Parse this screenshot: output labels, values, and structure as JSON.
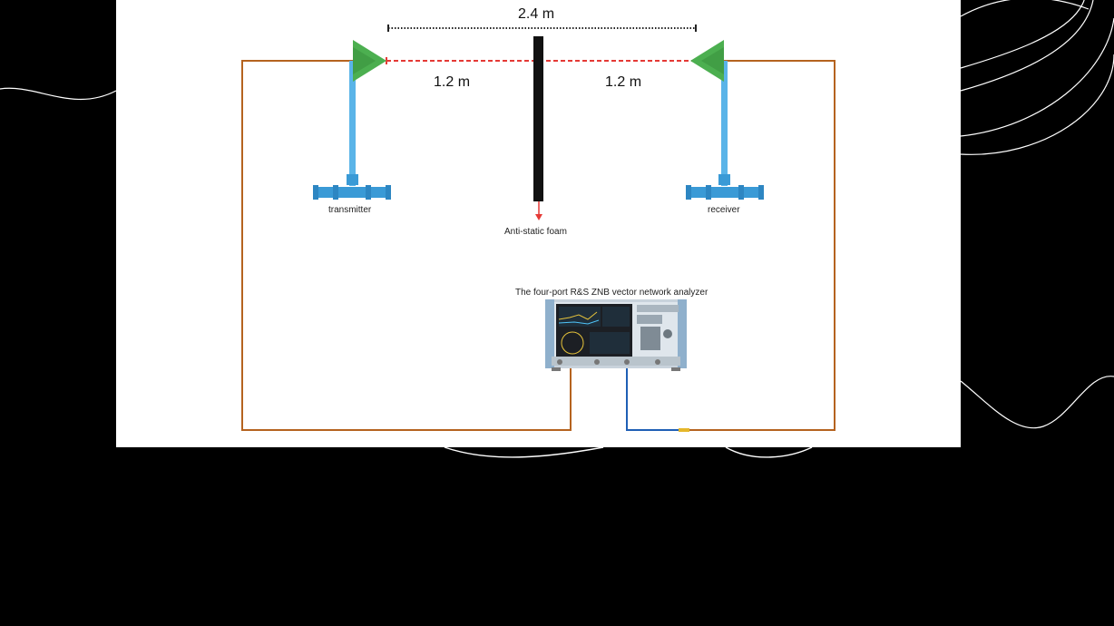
{
  "diagram": {
    "total_distance": "2.4 m",
    "left_distance": "1.2 m",
    "right_distance": "1.2 m",
    "transmitter_label": "transmitter",
    "receiver_label": "receiver",
    "foam_label": "Anti-static foam",
    "analyzer_label": "The four-port R&S ZNB vector network analyzer"
  },
  "colors": {
    "background": "#000000",
    "panel": "#ffffff",
    "cable_brown": "#b5631f",
    "cable_blue": "#1f5fb5",
    "antenna_horn": "#4caf50",
    "mast_blue": "#5ab4e8",
    "beam_red": "#e53935",
    "foam": "#111111"
  }
}
